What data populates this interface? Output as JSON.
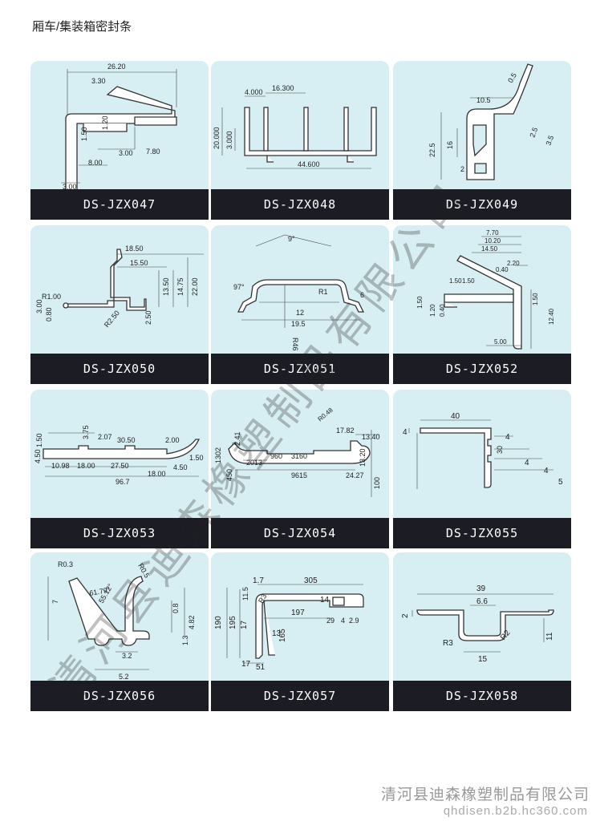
{
  "page_title": "厢车/集装箱密封条",
  "watermark": "清河县迪森橡塑制品有限公司",
  "footer": {
    "company": "清河县迪森橡塑制品有限公司",
    "url": "qhdisen.b2b.hc360.com"
  },
  "products": [
    {
      "code": "DS-JZX047",
      "dims": [
        "26.20",
        "3.30",
        "1.20",
        "1.50",
        "3.00",
        "7.80",
        "8.00",
        "3.00"
      ]
    },
    {
      "code": "DS-JZX048",
      "dims": [
        "4.000",
        "16.300",
        "20.000",
        "3.000",
        "44.600"
      ]
    },
    {
      "code": "DS-JZX049",
      "dims": [
        "0.5",
        "10.5",
        "16",
        "22.5",
        "2.5",
        "3.5",
        "2"
      ]
    },
    {
      "code": "DS-JZX050",
      "dims": [
        "18.50",
        "15.50",
        "R1.00",
        "13.50",
        "14.75",
        "22.00",
        "3.00",
        "0.80",
        "R2.50",
        "2.50"
      ]
    },
    {
      "code": "DS-JZX051",
      "dims": [
        "9°",
        "97°",
        "R1",
        "6",
        "12",
        "19.5",
        "R46"
      ]
    },
    {
      "code": "DS-JZX052",
      "dims": [
        "7.70",
        "10.20",
        "14.50",
        "2.20",
        "0.40",
        "1.50",
        "1.50",
        "1.50",
        "1.20",
        "0.40",
        "1.50",
        "12.40",
        "5.00"
      ]
    },
    {
      "code": "DS-JZX053",
      "dims": [
        "1.50",
        "3.75",
        "2.07",
        "30.50",
        "2.00",
        "4.50",
        "10.98",
        "18.00",
        "27.50",
        "1.50",
        "18.00",
        "4.50",
        "96.7"
      ]
    },
    {
      "code": "DS-JZX054",
      "dims": [
        "2.41",
        "R0.48",
        "17.82",
        "13.40",
        "1302",
        "2013",
        "960",
        "3160",
        "13.20",
        "450",
        "9615",
        "24.27",
        "100"
      ]
    },
    {
      "code": "DS-JZX055",
      "dims": [
        "40",
        "4",
        "4",
        "30",
        "4",
        "4",
        "5"
      ]
    },
    {
      "code": "DS-JZX056",
      "dims": [
        "R0.3",
        "R0.5",
        "7",
        "61.79°",
        "55.12°",
        "0.8",
        "4.82",
        "1.3",
        "3.2",
        "5.2"
      ]
    },
    {
      "code": "DS-JZX057",
      "dims": [
        "1.7",
        "305",
        "11.5",
        "R3",
        "14",
        "190",
        "195",
        "17",
        "13",
        "165",
        "197",
        "29",
        "4",
        "2.9",
        "17",
        "51"
      ]
    },
    {
      "code": "DS-JZX058",
      "dims": [
        "39",
        "6.6",
        "2",
        "11",
        "R3",
        "R2",
        "15"
      ]
    }
  ]
}
